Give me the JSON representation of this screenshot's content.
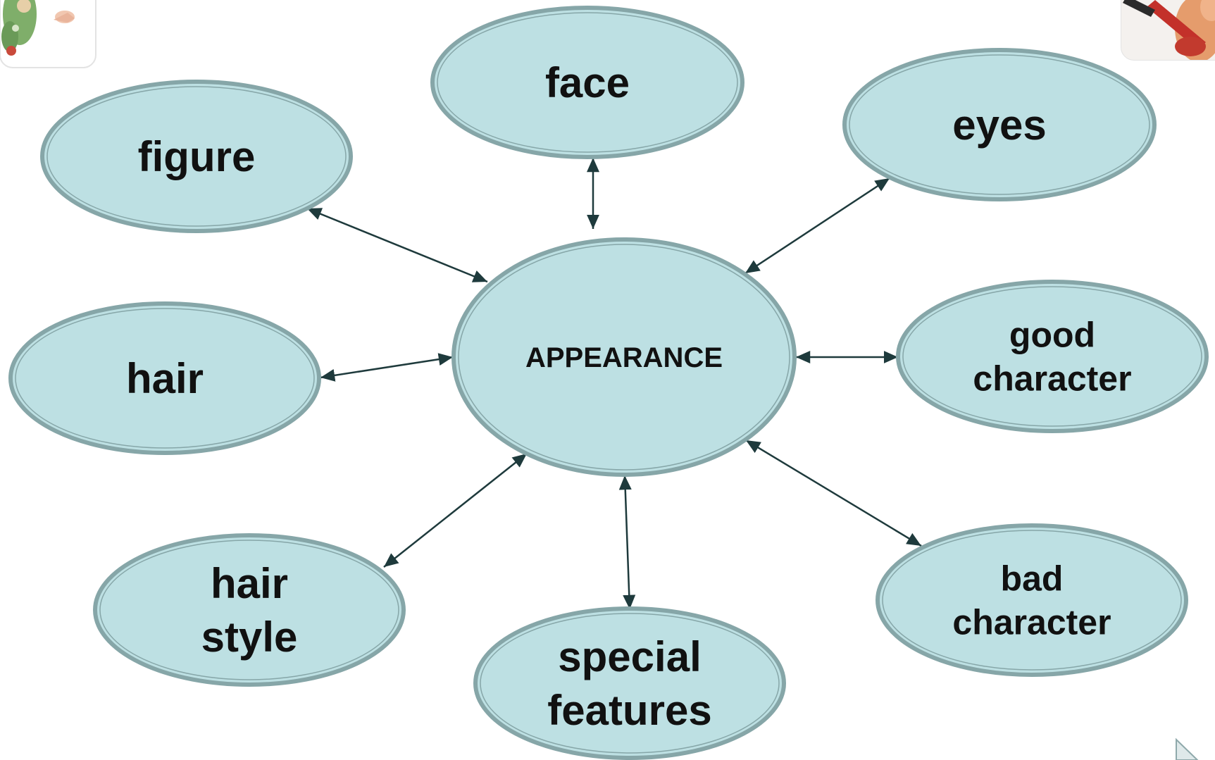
{
  "diagram": {
    "type": "mind-map",
    "colors": {
      "node_fill": "#bde0e3",
      "node_border": "#86a6a8",
      "arrow": "#1e3a3c",
      "background": "#ffffff"
    },
    "center": {
      "label": "APPEARANCE"
    },
    "nodes": [
      {
        "id": "figure",
        "lines": [
          "figure"
        ]
      },
      {
        "id": "face",
        "lines": [
          "face"
        ]
      },
      {
        "id": "eyes",
        "lines": [
          "eyes"
        ]
      },
      {
        "id": "hair",
        "lines": [
          "hair"
        ]
      },
      {
        "id": "good-character",
        "lines": [
          "good",
          "character"
        ]
      },
      {
        "id": "hair-style",
        "lines": [
          "hair",
          "style"
        ]
      },
      {
        "id": "special-features",
        "lines": [
          "special",
          "features"
        ]
      },
      {
        "id": "bad-character",
        "lines": [
          "bad",
          "character"
        ]
      }
    ],
    "connections": [
      {
        "from": "center",
        "to": "figure",
        "direction": "both"
      },
      {
        "from": "center",
        "to": "face",
        "direction": "both"
      },
      {
        "from": "center",
        "to": "eyes",
        "direction": "both"
      },
      {
        "from": "center",
        "to": "hair",
        "direction": "both"
      },
      {
        "from": "center",
        "to": "good-character",
        "direction": "both"
      },
      {
        "from": "center",
        "to": "hair-style",
        "direction": "both"
      },
      {
        "from": "center",
        "to": "special-features",
        "direction": "both"
      },
      {
        "from": "center",
        "to": "bad-character",
        "direction": "both"
      }
    ],
    "corner_images": [
      {
        "name": "cartoon-character-illustration"
      },
      {
        "name": "boy-with-guitar-photo"
      }
    ]
  }
}
